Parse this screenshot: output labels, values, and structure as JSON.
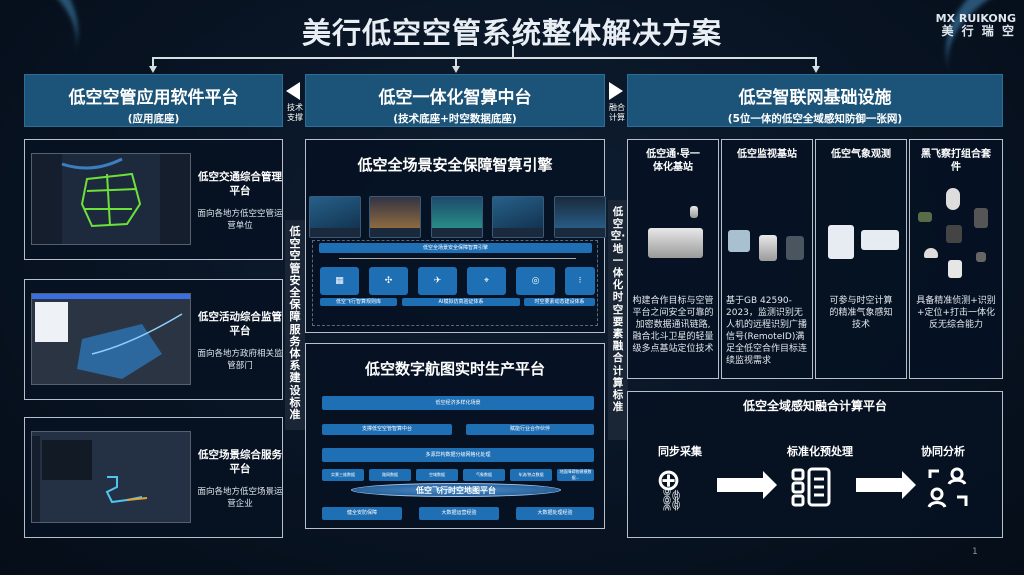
{
  "title": "美行低空空管系统整体解决方案",
  "logo": {
    "en": "MX RUIKONG",
    "cn": "美 行 瑞 空"
  },
  "headers": [
    {
      "title": "低空空管应用软件平台",
      "subtitle": "(应用底座)"
    },
    {
      "title": "低空一体化智算中台",
      "subtitle": "(技术底座+时空数据底座)"
    },
    {
      "title": "低空智联网基础设施",
      "subtitle": "(5位一体的低空全域感知防御一张网)"
    }
  ],
  "connectors": {
    "left": "技术支撑",
    "right": "融合计算"
  },
  "left_platforms": [
    {
      "title": "低空交通综合管理平台",
      "desc": "面向各地方低空空管运营单位"
    },
    {
      "title": "低空活动综合监管平台",
      "desc": "面向各地方政府相关监管部门"
    },
    {
      "title": "低空场景综合服务平台",
      "desc": "面向各地方低空场景运营企业"
    }
  ],
  "vertical_left": "低空空管安全保障服务体系建设标准",
  "vertical_right": "低空空·地一体化时空要素融合计算标准",
  "engine": {
    "title": "低空全场景安全保障智算引擎",
    "top_bar": "低空全场景安全保障智算引擎",
    "bottom_bars": [
      "低空飞行智算规则库",
      "AI模拟仿真验证体系",
      "时空要素动态建设体系"
    ]
  },
  "map_platform": {
    "title": "低空数字航图实时生产平台",
    "scenarios": "低空经济多样化场景",
    "support": "支撑低空空管智算中台",
    "enable": "赋能行业合作伙伴",
    "processing": "多源异构数据分级网格化处理",
    "data": [
      "实景三维数据",
      "路网数据",
      "空域数据",
      "气象数据",
      "车流/热点数据",
      "地面障碍物建模数据..."
    ],
    "core": "低空飞行时空地图平台",
    "foundation": [
      "健全安防保障",
      "大数据运营经验",
      "大数据处理经验"
    ]
  },
  "infrastructure": [
    {
      "title": "低空通·导一体化基站",
      "desc": "构建合作目标与空管平台之间安全可靠的加密数据通讯链路,融合北斗卫星的轻量级多点基站定位技术"
    },
    {
      "title": "低空监视基站",
      "desc": "基于GB 42590-2023，监测识别无人机的远程识别广播信号(RemoteID)满足全低空合作目标连续监视需求"
    },
    {
      "title": "低空气象观测",
      "desc": "可参与时空计算的精准气象感知技术"
    },
    {
      "title": "黑飞察打组合套件",
      "desc": "具备精准侦测+识别+定位+打击一体化反无综合能力"
    }
  ],
  "fusion": {
    "title": "低空全域感知融合计算平台",
    "steps": [
      "同步采集",
      "标准化预处理",
      "协同分析"
    ]
  },
  "page_number": "1"
}
